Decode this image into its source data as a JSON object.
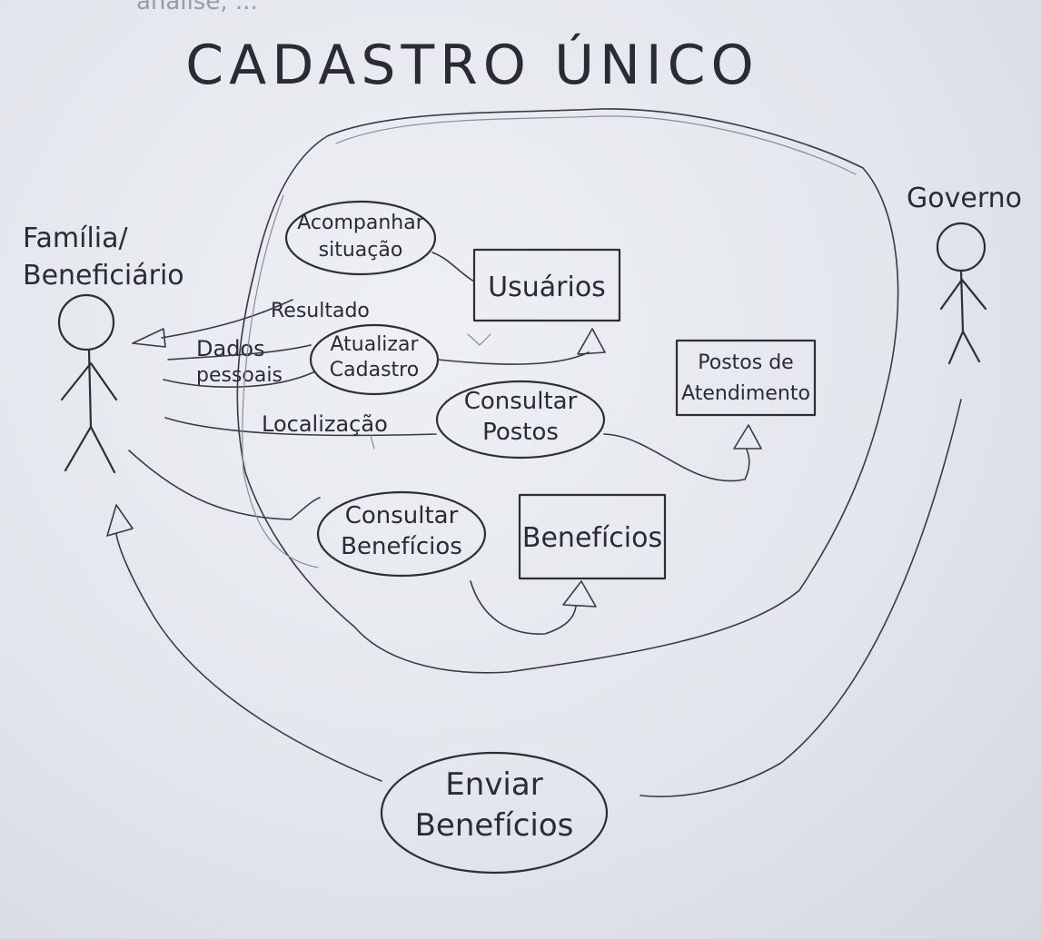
{
  "title": "CADASTRO ÚNICO",
  "top_scribble": "análise, ...",
  "actors": {
    "family": {
      "line1": "Família/",
      "line2": "Beneficiário"
    },
    "government": {
      "label": "Governo"
    }
  },
  "use_cases": {
    "acompanhar": {
      "line1": "Acompanhar",
      "line2": "situação"
    },
    "atualizar": {
      "line1": "Atualizar",
      "line2": "Cadastro"
    },
    "consultar_postos": {
      "line1": "Consultar",
      "line2": "Postos"
    },
    "consultar_beneficios": {
      "line1": "Consultar",
      "line2": "Benefícios"
    },
    "enviar_beneficios": {
      "line1": "Enviar",
      "line2": "Benefícios"
    }
  },
  "entities": {
    "usuarios": {
      "label": "Usuários"
    },
    "postos": {
      "line1": "Postos de",
      "line2": "Atendimento"
    },
    "beneficios": {
      "label": "Benefícios"
    }
  },
  "flow_labels": {
    "resultado": "Resultado",
    "dados_line1": "Dados",
    "dados_line2": "pessoais",
    "localizacao": "Localização"
  }
}
